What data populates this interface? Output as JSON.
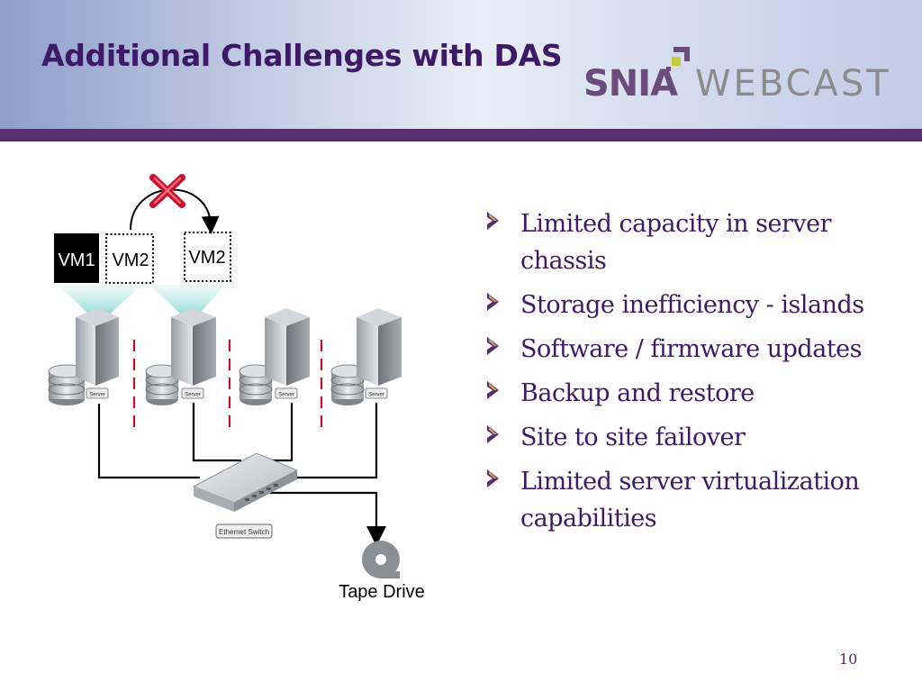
{
  "slide": {
    "title": "Additional Challenges with DAS",
    "page_number": "10"
  },
  "logo": {
    "brand": "SNIA",
    "product": "WEBCAST",
    "colors": {
      "brand": "#6b4a7c",
      "product": "#8c8c8c",
      "mark_purple": "#6b4a7c",
      "mark_green": "#c2cf3b"
    }
  },
  "bullets": [
    "Limited capacity in server chassis",
    "Storage inefficiency - islands",
    "Software / firmware updates",
    "Backup and restore",
    "Site to site failover",
    "Limited server virtualization capabilities"
  ],
  "diagram": {
    "vm_active": "VM1",
    "vm_source": "VM2",
    "vm_target": "VM2",
    "migration_blocked_icon": "x-mark-icon",
    "server_labels": [
      "Server",
      "Server",
      "Server",
      "Server"
    ],
    "switch_label": "Ethernet Switch",
    "tape_label": "Tape Drive"
  },
  "colors": {
    "title": "#3e1966",
    "header_bar": "#5a2d6e",
    "bullet_arrow": "#5a2d6e",
    "blocked_x": "#c8102e",
    "divider": "#c8102e"
  }
}
